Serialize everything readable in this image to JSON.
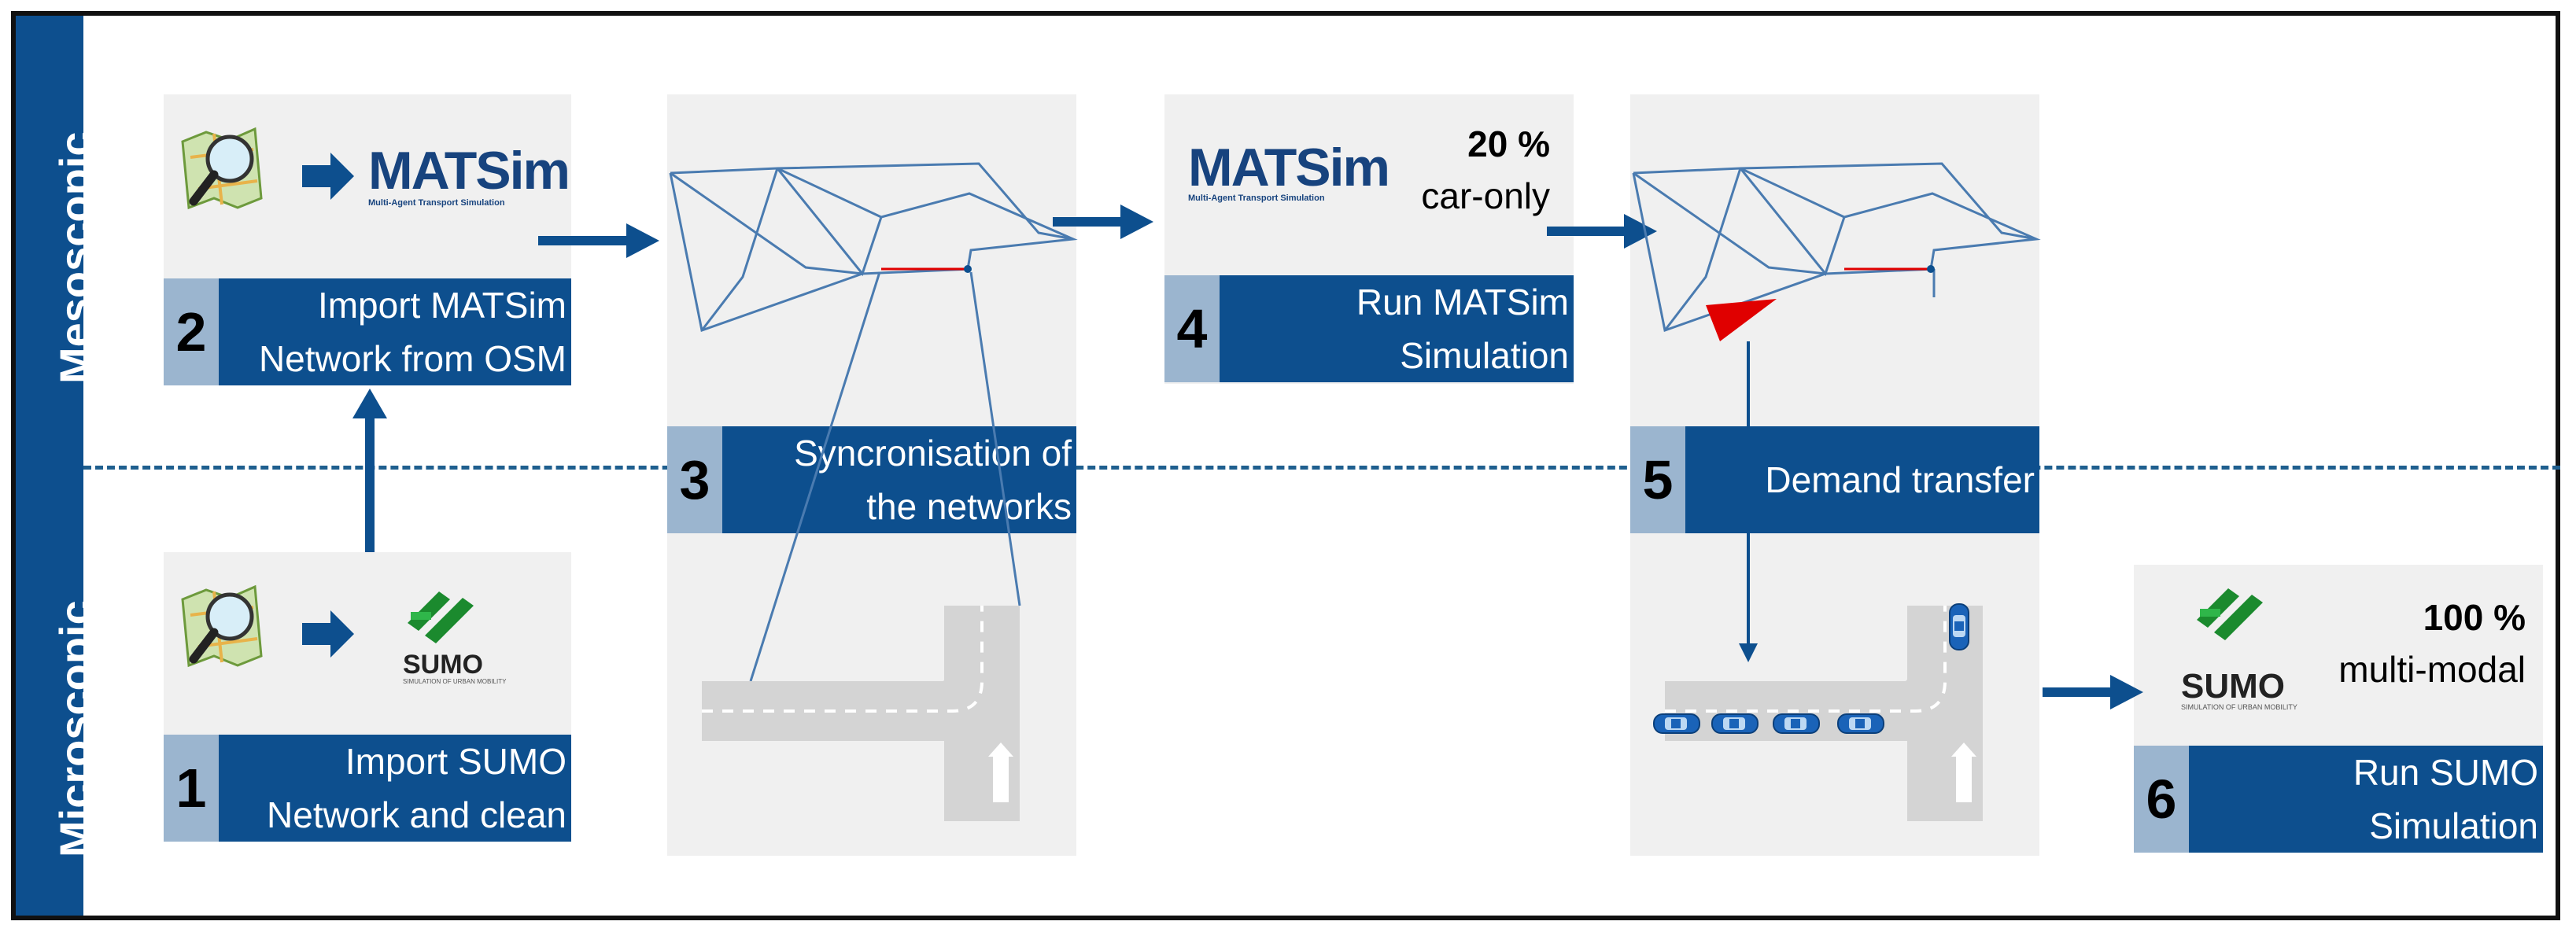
{
  "bands": {
    "mesoscopic_label": "Mesoscopic",
    "microscopic_label": "Microscopic"
  },
  "steps": [
    {
      "number": "2",
      "line1": "Import MATSim",
      "line2": "Network from OSM"
    },
    {
      "number": "3",
      "line1": "Syncronisation of",
      "line2": "the networks"
    },
    {
      "number": "4",
      "line1": "Run MATSim",
      "line2": "Simulation"
    },
    {
      "number": "5",
      "line1": "Demand transfer",
      "line2": ""
    },
    {
      "number": "1",
      "line1": "Import SUMO",
      "line2": "Network and clean"
    },
    {
      "number": "6",
      "line1": "Run SUMO",
      "line2": "Simulation"
    }
  ],
  "logos": {
    "matsim_name": "MATSim",
    "matsim_tagline": "Multi-Agent Transport Simulation",
    "sumo_name": "SUMO",
    "sumo_tagline": "SIMULATION OF URBAN MOBILITY"
  },
  "demand": {
    "mesoscopic_percent": "20 %",
    "mesoscopic_mode": "car-only",
    "microscopic_percent": "100 %",
    "microscopic_mode": "multi-modal"
  },
  "icons": {
    "osm": "osm-magnifier-icon",
    "sumo": "sumo-logo-icon",
    "flow_arrow": "flow-arrow-icon",
    "car": "car-icon"
  },
  "colors": {
    "band_blue": "#0d4f8e",
    "step_number_bg": "#9bb5cf",
    "panel_gray": "#f0f0f0",
    "network_line": "#4a7bb0",
    "highlight_red": "#e00000",
    "divider": "#1f5f8f"
  }
}
